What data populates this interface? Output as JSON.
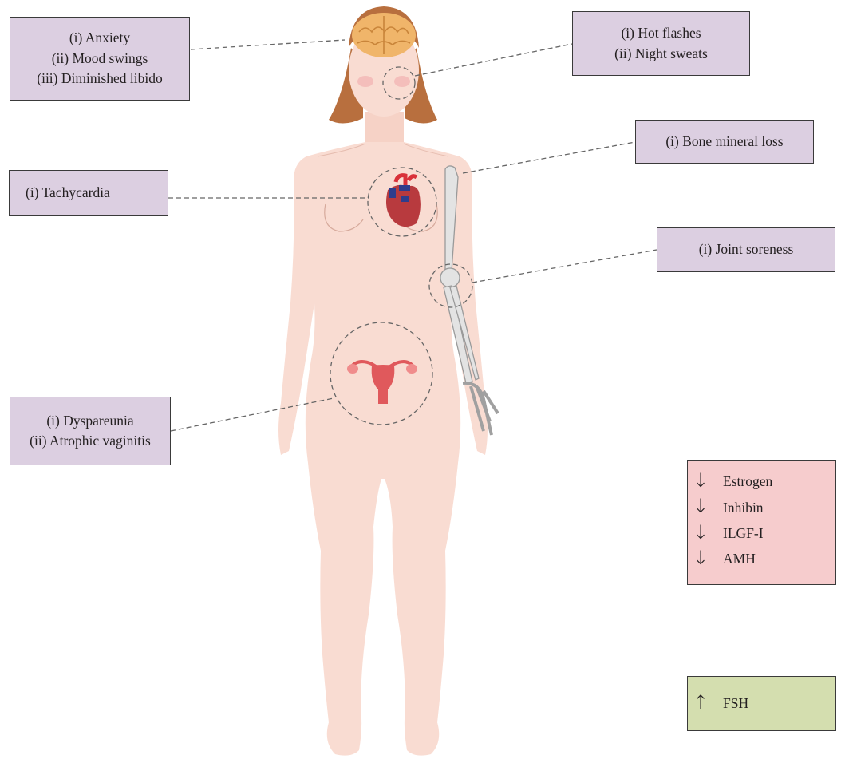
{
  "callouts": {
    "brain": [
      "(i) Anxiety",
      "(ii) Mood swings",
      "(iii) Diminished libido"
    ],
    "skin": [
      "(i) Hot flashes",
      "(ii) Night sweats"
    ],
    "bone": [
      "(i) Bone mineral loss"
    ],
    "heart": [
      "(i) Tachycardia"
    ],
    "joint": [
      "(i) Joint soreness"
    ],
    "uterus": [
      "(i) Dyspareunia",
      "(ii) Atrophic vaginitis"
    ]
  },
  "hormones": {
    "decreased": [
      {
        "arrow": "↓",
        "name": "Estrogen"
      },
      {
        "arrow": "↓",
        "name": "Inhibin"
      },
      {
        "arrow": "↓",
        "name": "ILGF-I"
      },
      {
        "arrow": "↓",
        "name": "AMH"
      }
    ],
    "increased": [
      {
        "arrow": "↑",
        "name": "FSH"
      }
    ]
  },
  "colors": {
    "callout_box": "#dccfe1",
    "decreased_box": "#f6cccd",
    "increased_box": "#d4deaf",
    "skin": "#f9dcd2",
    "hair": "#b86f3e",
    "brain": "#f0b56a",
    "heart": "#b83a3e",
    "vessels": "#2f3d8c",
    "uterus": "#e0595c",
    "bone": "#d9d9d9"
  }
}
